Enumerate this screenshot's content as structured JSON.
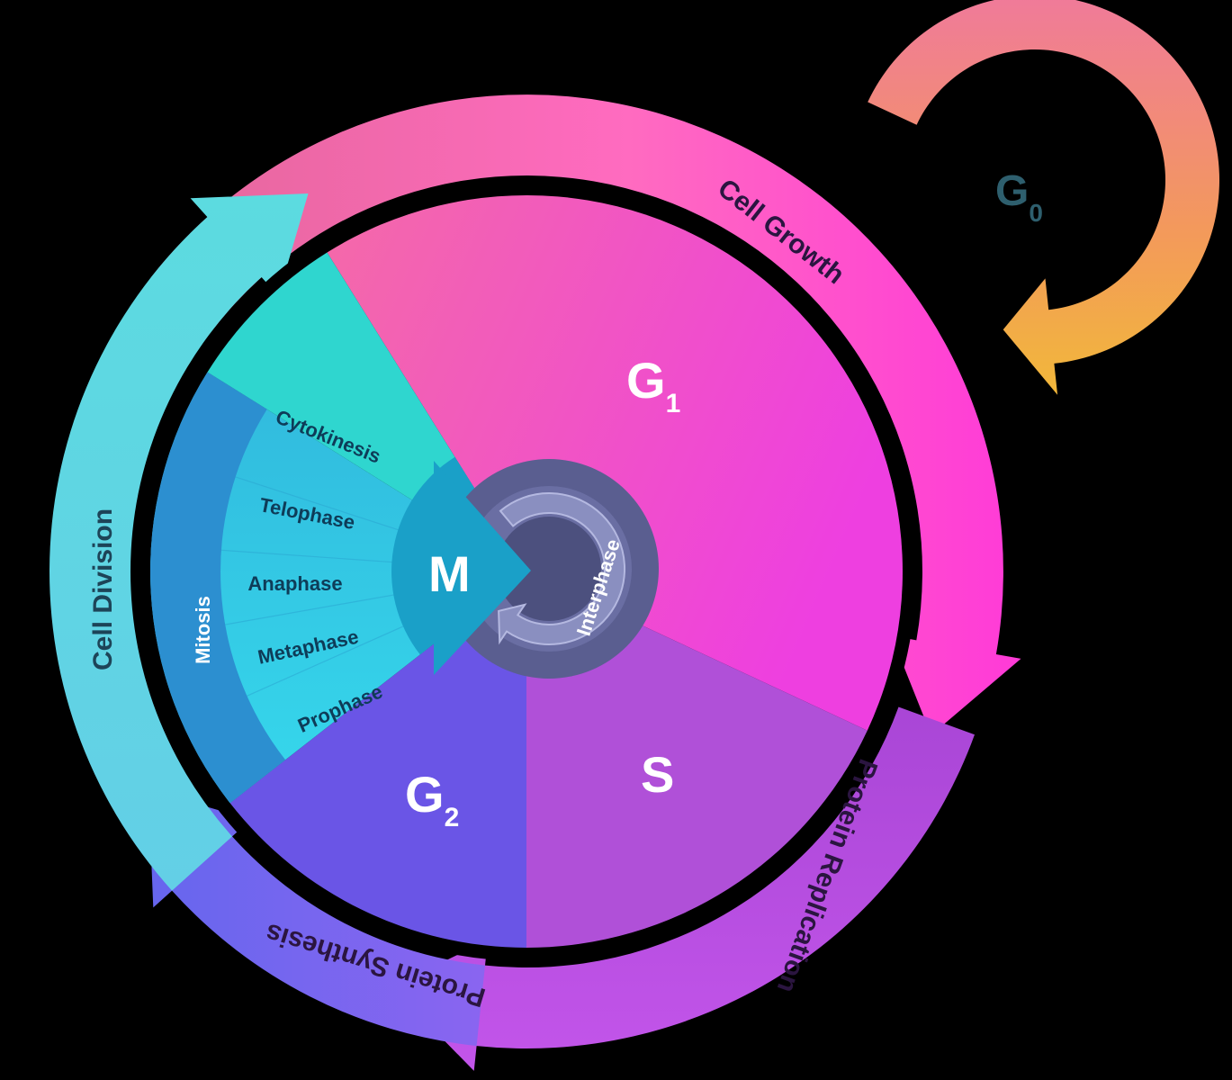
{
  "labels": {
    "g0_main": "G",
    "g0_sub": "0",
    "g1_main": "G",
    "g1_sub": "1",
    "g2_main": "G",
    "g2_sub": "2",
    "s": "S",
    "m": "M",
    "interphase": "Interphase",
    "mitosis": "Mitosis",
    "cell_growth": "Cell Growth",
    "protein_replication": "Protein Replication",
    "protein_synthesis": "Protein Synthesis",
    "cell_division": "Cell Division"
  },
  "mitosis_phases": [
    "Cytokinesis",
    "Telophase",
    "Anaphase",
    "Metaphase",
    "Prophase"
  ],
  "colors": {
    "background": "#000000",
    "g1": "#f050c8",
    "s": "#b050d8",
    "g2": "#6a55e6",
    "mitosis_band": "#2c8fd0",
    "cytokinesis": "#2fd6cf",
    "phases": "#34c4e4",
    "m_core": "#1aa0c8",
    "interphase_ring": "#5a5e90",
    "cell_growth": "#ff5fc0",
    "protein_replication": "#b850e0",
    "protein_synthesis": "#7866f0",
    "cell_division": "#5fd8e4",
    "g0": "#f39a5a",
    "g0_text": "#2e5f6e",
    "label_dark": "#2b1540"
  }
}
